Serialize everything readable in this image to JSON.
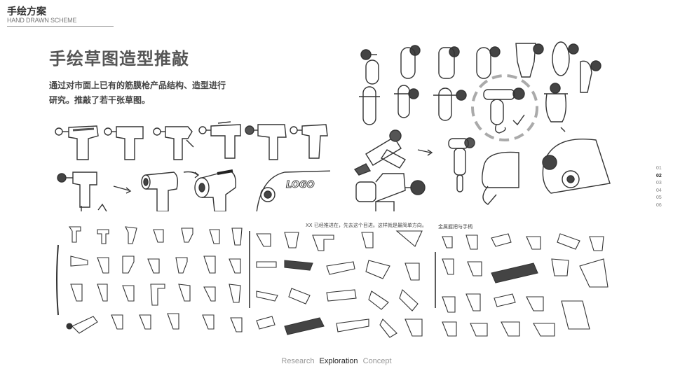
{
  "header": {
    "title_zh": "手绘方案",
    "title_en": "HAND DRAWN SCHEME"
  },
  "main": {
    "title": "手绘草图造型推敲",
    "description": "通过对市面上已有的筋膜枪产品结构、造型进行研究。推敲了若干张草图。"
  },
  "sketches": {
    "panel3_note": "XX 已经推进在，先去这个目进。这样就是最简单方向。",
    "panel4_note": "金属握把与手柄"
  },
  "side_nav": {
    "items": [
      "01",
      "02",
      "03",
      "04",
      "05",
      "06"
    ],
    "active_index": 1
  },
  "footer_nav": {
    "items": [
      "Research",
      "Exploration",
      "Concept"
    ],
    "active_index": 1
  },
  "colors": {
    "ink": "#333333",
    "muted": "#999999",
    "accent_dash": "#aaaaaa"
  }
}
